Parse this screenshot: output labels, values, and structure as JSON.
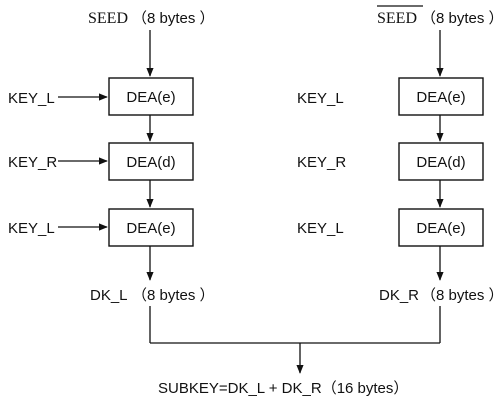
{
  "left_column": {
    "seed_label": "SEED",
    "seed_size": "（8 bytes ）",
    "key_1": "KEY_L",
    "key_2": "KEY_R",
    "key_3": "KEY_L",
    "box_1": "DEA(e)",
    "box_2": "DEA(d)",
    "box_3": "DEA(e)",
    "output_label": "DK_L",
    "output_size": "（8 bytes ）"
  },
  "right_column": {
    "seed_label": "SEED",
    "seed_size": "（8 bytes ）",
    "key_1": "KEY_L",
    "key_2": "KEY_R",
    "key_3": "KEY_L",
    "box_1": "DEA(e)",
    "box_2": "DEA(d)",
    "box_3": "DEA(e)",
    "output_label": "DK_R",
    "output_size": "（8 bytes ）"
  },
  "result": {
    "label": "SUBKEY=DK_L + DK_R（16 bytes）"
  }
}
